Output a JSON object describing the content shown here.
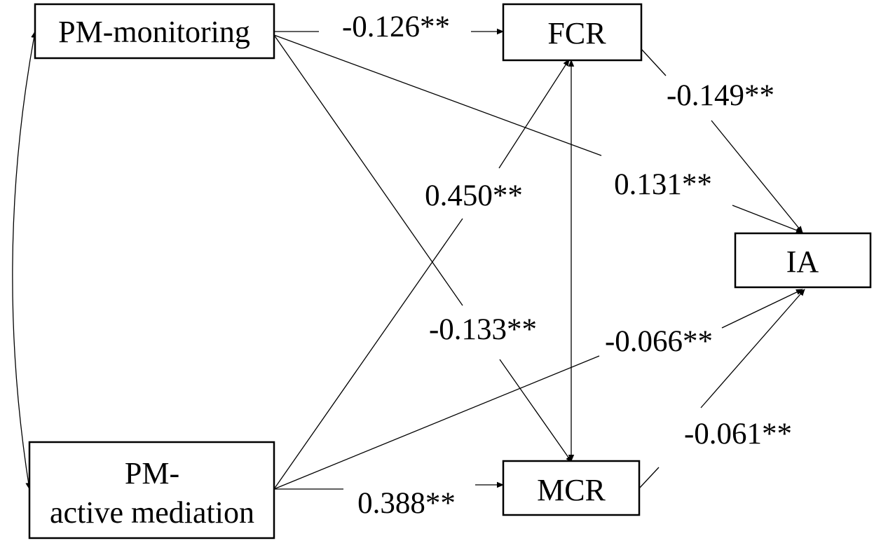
{
  "nodes": {
    "pm_monitoring": "PM-monitoring",
    "pm_active_line1": "PM-",
    "pm_active_line2": "active mediation",
    "fcr": "FCR",
    "mcr": "MCR",
    "ia": "IA"
  },
  "edges": {
    "pmmon_to_fcr": "-0.126**",
    "fcr_to_ia": "-0.149**",
    "pmact_to_fcr": "0.450**",
    "pmmon_to_ia": "0.131**",
    "pmmon_to_mcr": "-0.133**",
    "pmact_to_ia": "-0.066**",
    "mcr_to_ia": "-0.061**",
    "pmact_to_mcr": "0.388**"
  }
}
